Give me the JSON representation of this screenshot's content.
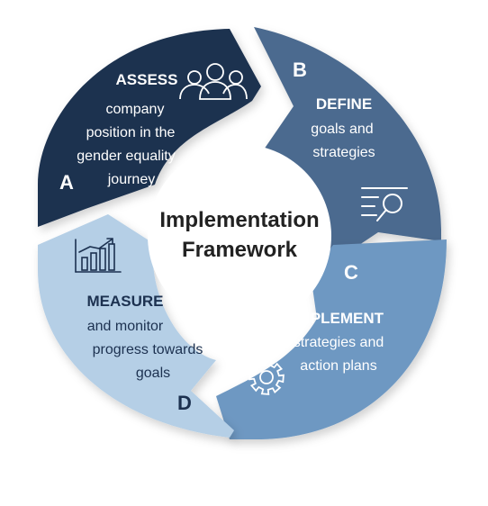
{
  "colors": {
    "a": "#1c3150",
    "b": "#4b6a8f",
    "c": "#6e98c2",
    "d": "#b5cfe6",
    "center_text": "#222222"
  },
  "center": {
    "line1": "Implementation",
    "line2": "Framework"
  },
  "segments": [
    {
      "key": "a",
      "letter": "A",
      "heading": "ASSESS",
      "lines": [
        "company",
        "position in the",
        "gender equality",
        "journey"
      ],
      "icon": "people-icon"
    },
    {
      "key": "b",
      "letter": "B",
      "heading": "DEFINE",
      "lines": [
        "goals and",
        "strategies"
      ],
      "icon": "document-search-icon"
    },
    {
      "key": "c",
      "letter": "C",
      "heading": "IMPLEMENT",
      "lines": [
        "strategies and",
        "action plans"
      ],
      "icon": "gear-icon"
    },
    {
      "key": "d",
      "letter": "D",
      "heading": "MEASURE",
      "lines": [
        "and monitor",
        "progress towards",
        "goals"
      ],
      "icon": "bar-chart-icon"
    }
  ]
}
